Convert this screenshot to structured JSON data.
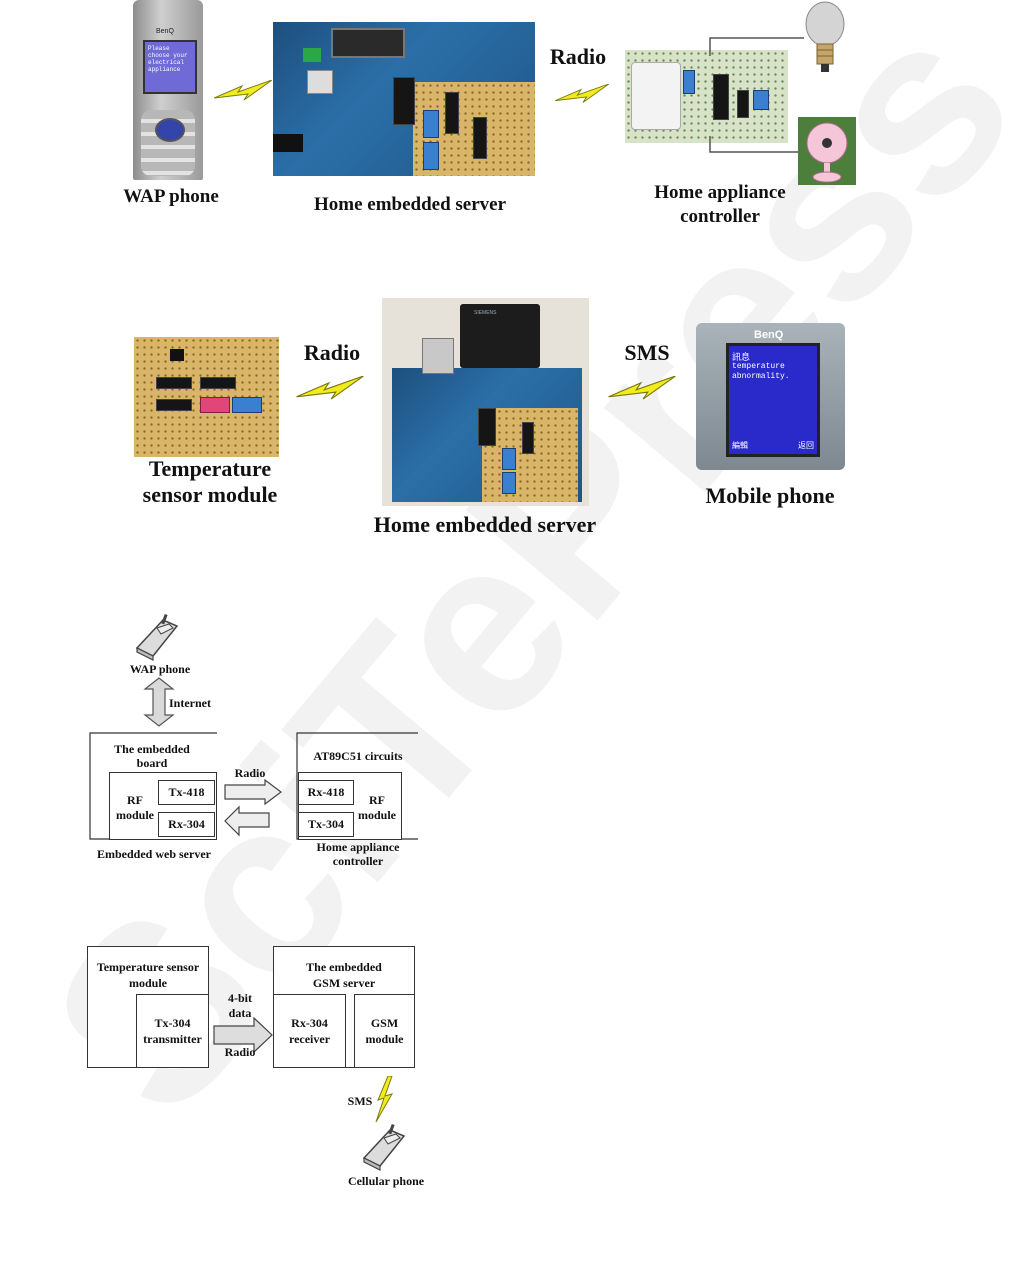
{
  "top_figure": {
    "wap_phone_label": "WAP phone",
    "server_label": "Home embedded server",
    "radio_label": "Radio",
    "controller_label_line1": "Home appliance",
    "controller_label_line2": "controller",
    "phone_screen_text": "Please choose your electrical appliance",
    "phone_brand": "BenQ"
  },
  "middle_figure": {
    "sensor_label_line1": "Temperature",
    "sensor_label_line2": "sensor module",
    "radio_label": "Radio",
    "sms_label": "SMS",
    "server_label": "Home embedded server",
    "mobile_label": "Mobile phone",
    "phone_brand": "BenQ",
    "screen_line1": "訊息",
    "screen_line2": "temperature",
    "screen_line3": "abnormality.",
    "softkey_left": "編輯",
    "softkey_right": "返回",
    "gsm_brand": "SIEMENS"
  },
  "diagram1": {
    "wap_phone": "WAP phone",
    "internet": "Internet",
    "embedded_board_line1": "The embedded",
    "embedded_board_line2": "board",
    "rf_module_line1": "RF",
    "rf_module_line2": "module",
    "tx418": "Tx-418",
    "rx304": "Rx-304",
    "embedded_web_server": "Embedded web server",
    "radio": "Radio",
    "at89c51": "AT89C51 circuits",
    "rx418": "Rx-418",
    "tx304": "Tx-304",
    "rf2_line1": "RF",
    "rf2_line2": "module",
    "controller_line1": "Home appliance",
    "controller_line2": "controller"
  },
  "diagram2": {
    "temp_sensor_line1": "Temperature sensor",
    "temp_sensor_line2": "module",
    "tx304_line1": "Tx-304",
    "tx304_line2": "transmitter",
    "data_line1": "4-bit",
    "data_line2": "data",
    "radio": "Radio",
    "gsm_server_line1": "The embedded",
    "gsm_server_line2": "GSM server",
    "rx304_line1": "Rx-304",
    "rx304_line2": "receiver",
    "gsm_line1": "GSM",
    "gsm_line2": "module",
    "sms": "SMS",
    "cellular_phone": "Cellular phone"
  },
  "watermark_text": "SciTePress"
}
